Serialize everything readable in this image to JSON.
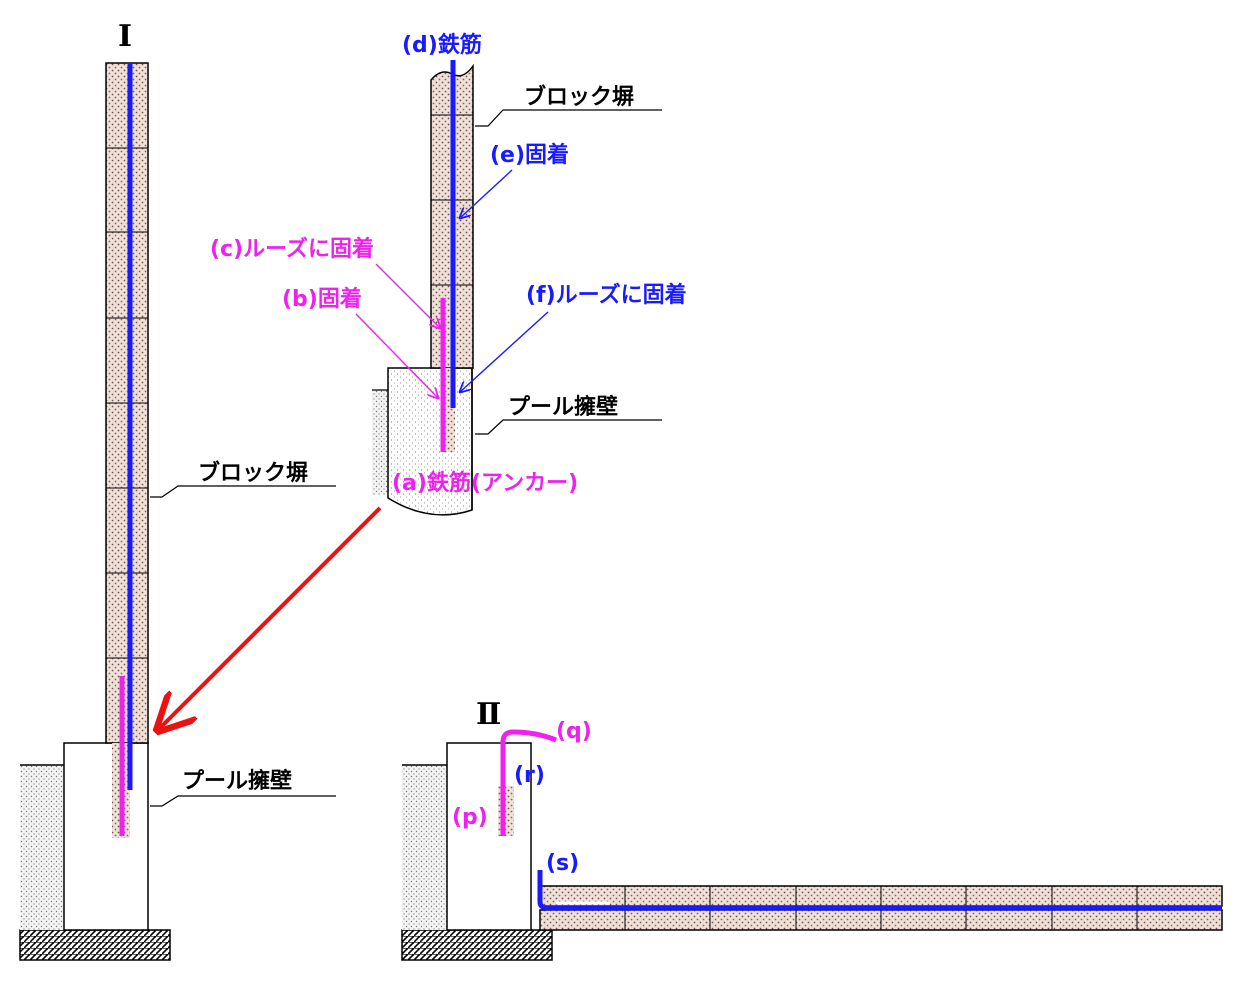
{
  "figure_I": {
    "roman": "Ⅰ",
    "block_wall_label": "ブロック塀",
    "pool_wall_label": "プール擁壁"
  },
  "detail": {
    "rebar_d": "(d)鉄筋",
    "block_wall_label": "ブロック塀",
    "fix_e": "(e)固着",
    "loose_c": "(c)ルーズに固着",
    "fix_b": "(b)固着",
    "loose_f": "(f)ルーズに固着",
    "pool_wall_label": "プール擁壁",
    "anchor_a": "(a)鉄筋(アンカー)"
  },
  "figure_II": {
    "roman": "Ⅱ",
    "q": "(q)",
    "r": "(r)",
    "p": "(p)",
    "s": "(s)"
  },
  "colors": {
    "blue": "#1a1aff",
    "magenta": "#ee22ee",
    "red": "#ee1111",
    "brick": "#e8d6cc",
    "concrete": "#f0f0f0"
  }
}
